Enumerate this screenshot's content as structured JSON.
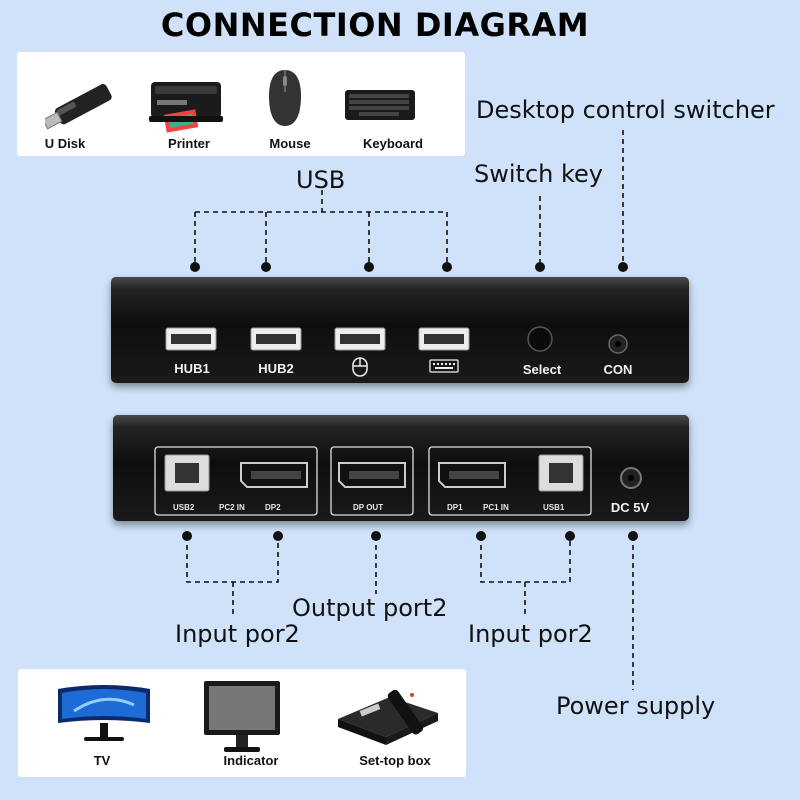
{
  "title": "CONNECTION DIAGRAM",
  "usb_devices": [
    "U Disk",
    "Printer",
    "Mouse",
    "Keyboard"
  ],
  "display_devices": [
    "TV",
    "Indicator",
    "Set-top box"
  ],
  "callouts": {
    "desktop_control": "Desktop control switcher",
    "switch_key": "Switch key",
    "usb": "USB",
    "output_port": "Output port2",
    "input_left": "Input por2",
    "input_right": "Input por2",
    "power_supply": "Power supply"
  },
  "front_panel": {
    "ports": [
      "HUB1",
      "HUB2"
    ],
    "select": "Select",
    "con": "CON"
  },
  "back_panel": {
    "group_left": [
      "USB2",
      "PC2 IN",
      "DP2"
    ],
    "dp_out": "DP OUT",
    "group_right": [
      "DP1",
      "PC1 IN",
      "USB1"
    ],
    "dc": "DC 5V"
  },
  "colors": {
    "background": "#cfe2fa",
    "device": "#151515",
    "line": "#111111"
  },
  "icons": [
    "usb-stick-icon",
    "printer-icon",
    "mouse-icon",
    "keyboard-icon",
    "tv-icon",
    "monitor-icon",
    "settop-box-icon"
  ]
}
